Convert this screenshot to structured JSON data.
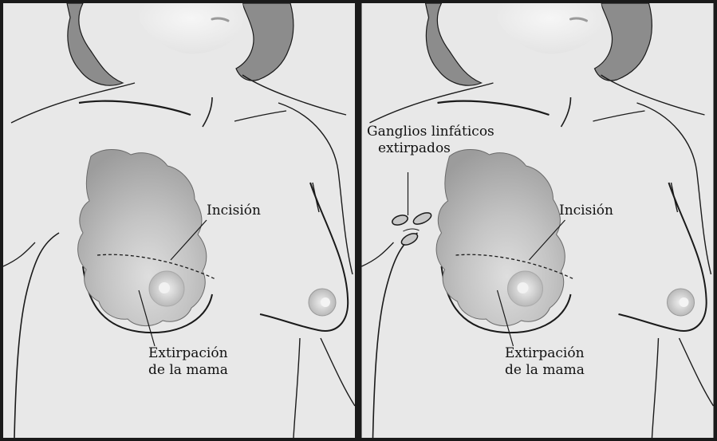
{
  "colors": {
    "frame": "#1a1a1a",
    "background": "#e8e8e8",
    "hair": "#8a8a8a",
    "face": "#f2f2f2",
    "skin": "#e6e6e6",
    "tissue_light": "#dcdcdc",
    "tissue_dark": "#a4a4a4",
    "ink": "#111111"
  },
  "panels": [
    {
      "id": "left",
      "labels": {
        "incision": "Incisión",
        "removal_line1": "Extirpación",
        "removal_line2": "de la mama"
      }
    },
    {
      "id": "right",
      "labels": {
        "nodes_line1": "Ganglios linfáticos",
        "nodes_line2": "extirpados",
        "incision": "Incisión",
        "removal_line1": "Extirpación",
        "removal_line2": "de la mama"
      }
    }
  ]
}
